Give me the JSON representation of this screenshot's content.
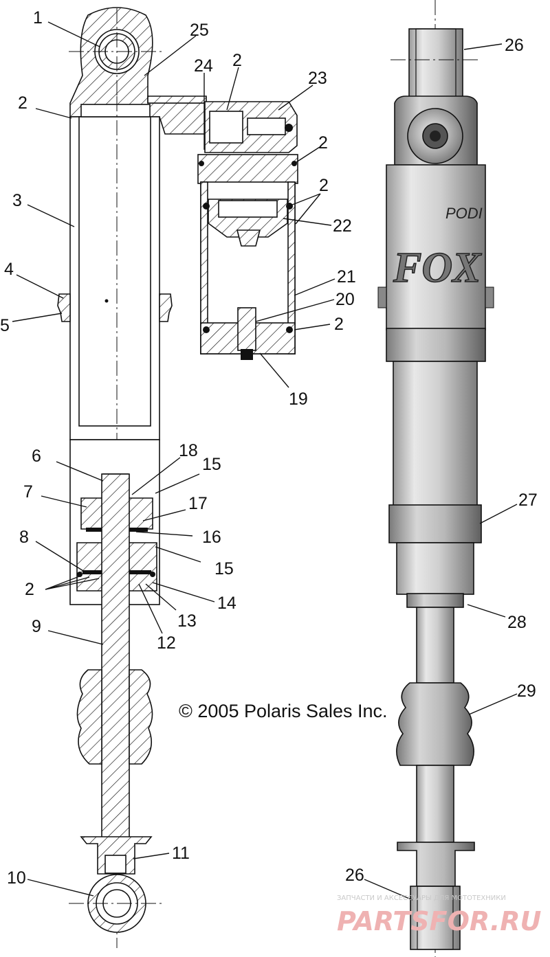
{
  "callouts": [
    "1",
    "25",
    "24",
    "2",
    "23",
    "2",
    "3",
    "2",
    "22",
    "4",
    "21",
    "5",
    "20",
    "2",
    "19",
    "6",
    "18",
    "15",
    "7",
    "17",
    "16",
    "8",
    "15",
    "2",
    "14",
    "13",
    "12",
    "9",
    "10",
    "11",
    "26",
    "26",
    "27",
    "28",
    "29",
    "2",
    "2",
    "2"
  ],
  "copyright": "© 2005 Polaris Sales Inc.",
  "watermark": {
    "caption": "ЗАПЧАСТИ И АКСЕССУАРЫ ДЛЯ МОТОТЕХНИКИ",
    "logo": "PARTSFOR.RU"
  },
  "label_fox": "FOX",
  "label_podium": "PODI"
}
